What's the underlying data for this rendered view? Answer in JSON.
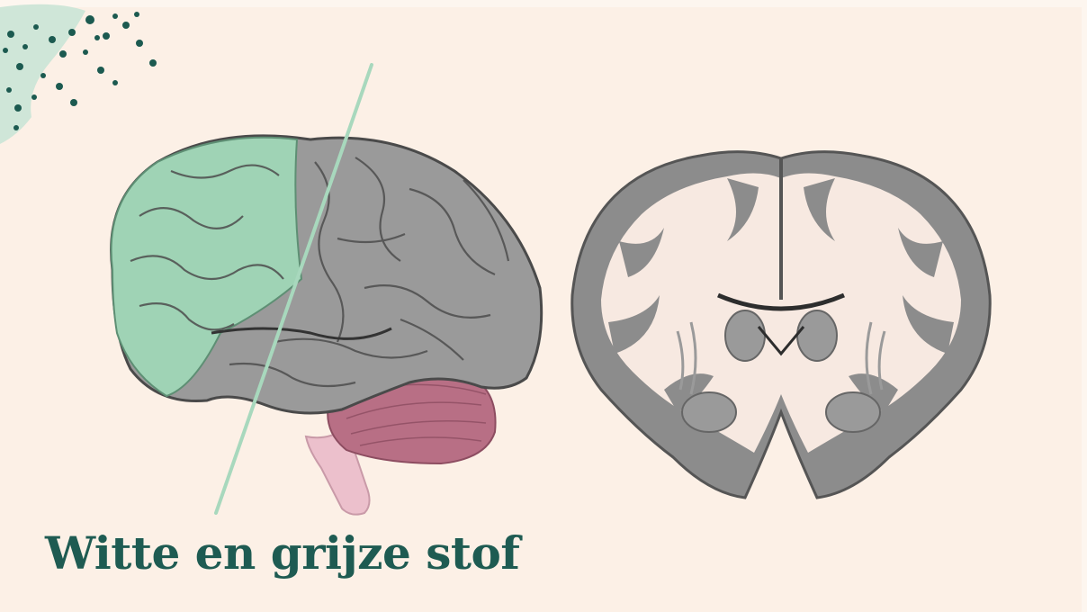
{
  "title": "Witte en grijze stof",
  "colors": {
    "background": "#fcf0e6",
    "title": "#1e5b52",
    "grey_matter": "#8c8c8c",
    "white_matter": "#f7e9e1",
    "highlight_green": "#9fd3b5",
    "cerebellum": "#b86f85",
    "brainstem": "#ecc0cc",
    "decoration": "#1c5a50"
  },
  "icons": {
    "corner": "dotted-blob-decoration",
    "brain": "lateral-brain-with-cut-line",
    "section": "coronal-brain-section"
  }
}
